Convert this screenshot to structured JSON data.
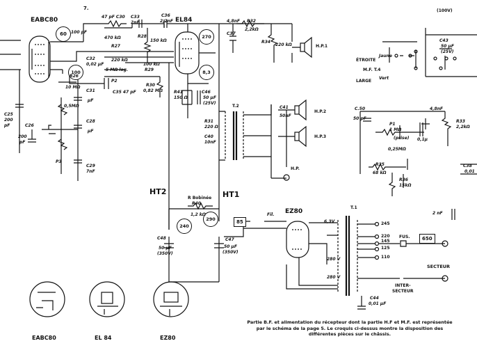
{
  "page": {
    "number": "7.",
    "corner": "(100V)"
  },
  "tubes": {
    "left": "EABC80",
    "middle": "EL84",
    "rect": "EZ80"
  },
  "voltages": {
    "v60": "60",
    "v100": "100",
    "v270": "270",
    "v83": "8,3",
    "v240": "240",
    "v290": "290",
    "v85": "85",
    "v650": "650"
  },
  "ht": {
    "ht1": "HT1",
    "ht2": "HT2"
  },
  "components": {
    "c_100pf": "100 pF",
    "c30": "47 pF C30",
    "r_470k": "470 kΩ",
    "c33": "C33",
    "c33v": "2nF",
    "c36": "C36",
    "c36v": "2,2nF",
    "c37": "C37",
    "c37v": "4,8nF",
    "r32": "R32",
    "r32v": "2,2kΩ",
    "r28": "R28",
    "r28v": "150 kΩ",
    "r34": "R34",
    "r34v": "220 kΩ",
    "r27": "R27",
    "r27v": "220 kΩ",
    "c32": "C32",
    "c32v": "0,02 µF",
    "r_100k": "100 kΩ",
    "r_5m": "5 MΩ log.",
    "r29": "R29",
    "p2": "P2",
    "c35": "C35 47 pF",
    "r30": "R30",
    "r30v": "0,82 MΩ",
    "r26": "R26",
    "r26v": "10 MΩ",
    "r41": "R41",
    "r41v": "150 Ω",
    "c46": "C46",
    "c46v": "50 µF",
    "c46w": "(25V)",
    "r31": "R31",
    "r31v": "220 Ω",
    "c40": "C40",
    "c40v": "10nF",
    "t2": "T.2",
    "c31": "C31",
    "c31v": "µF",
    "c28": "C28",
    "c28v": "µF",
    "c29": "C29",
    "c29v": "7nF",
    "c25": "C25",
    "c25v": "200",
    "c25u": "pF",
    "c26": "C26",
    "c26v": "200",
    "c26u": "pF",
    "p3": "P3",
    "r_05m": "0,5MΩ",
    "c41": "C41",
    "c41v": "50nF",
    "hp1": "H.P.1",
    "hp2": "H.P.2",
    "hp3": "H.P.3",
    "hp": "H.P.",
    "rbob": "R Bobinée",
    "r40": "R40",
    "r40v": "1,2 kΩ",
    "c48": "C48",
    "c48v": "50 µF",
    "c48w": "(350V)",
    "c47": "C47",
    "c47v": "50 µF",
    "c47w": "(350V)",
    "fil": "Fil.",
    "t1": "T.1",
    "v63": "6,3V",
    "v280a": "280 V",
    "v280b": "280 V",
    "c44": "C44",
    "c44v": "0,01 µF",
    "c50": "C.50",
    "c50v": "50 pF",
    "p1": "P1",
    "p1v": "1 MΩ",
    "p1a": "(prise)",
    "p1b": "0,25MΩ",
    "c4": "4,8nF",
    "c01": "0,1µ",
    "r33": "R33",
    "r33v": "2,2kΩ",
    "r35": "R35",
    "r35v": "68 kΩ",
    "r36": "R36",
    "r36v": "15kΩ",
    "c38": "C38",
    "c38v": "0,01",
    "c2nf": "2 nF",
    "c43": "C43",
    "c43v": "50 µF",
    "c43w": "(25V)"
  },
  "mft": {
    "etroite": "ÉTROITE",
    "jaune": "Jaune",
    "mft4": "M.F. T.4",
    "large": "LARGE",
    "vert": "Vert"
  },
  "mains": {
    "v245": "245",
    "v220": "220",
    "v145": "145",
    "v125": "125",
    "v110": "110",
    "fus": "FUS.",
    "secteur": "SECTEUR",
    "inter1": "INTER-",
    "inter2": "SECTEUR"
  },
  "sockets": {
    "eabc80": "EABC80",
    "el84": "EL 84",
    "ez80": "EZ80"
  },
  "caption": {
    "line1": "Partie B.F. et alimentation du récepteur dont la partie H.F et M.F. est représentée",
    "line2": "par le schéma de la page 5. Le croquis ci-dessus montre la disposition des",
    "line3": "différentes pièces sur le châssis."
  }
}
